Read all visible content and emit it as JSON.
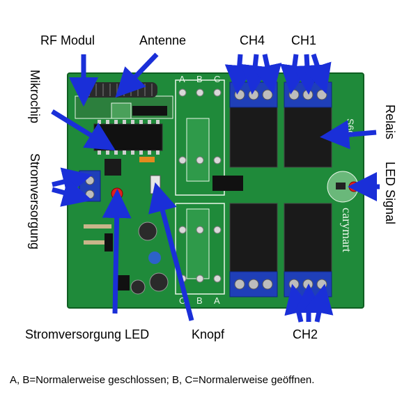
{
  "labels": {
    "rf_modul": "RF Modul",
    "antenne": "Antenne",
    "ch4": "CH4",
    "ch1": "CH1",
    "ch2": "CH2",
    "mikrochip": "Mikrochip",
    "stromversorgung": "Stromversorgung",
    "relais": "Relais",
    "led_signal": "LED Signal",
    "stromversorgung_led": "Stromversorgung LED",
    "knopf": "Knopf"
  },
  "board": {
    "brand": "carymart",
    "model": "S6C",
    "terminal_letters_top": [
      "A",
      "B",
      "C"
    ],
    "terminal_letters_bottom": [
      "C",
      "B",
      "A"
    ]
  },
  "caption": "A, B=Normalerweise geschlossen; B, C=Normalerweise geöffnen.",
  "colors": {
    "pcb": "#1f8a3a",
    "pcb_edge": "#0f5e22",
    "arrow": "#1a2fd8",
    "terminal": "#1f3fb8",
    "relay": "#1a1a1a",
    "silkscreen": "#e8f5e8"
  }
}
